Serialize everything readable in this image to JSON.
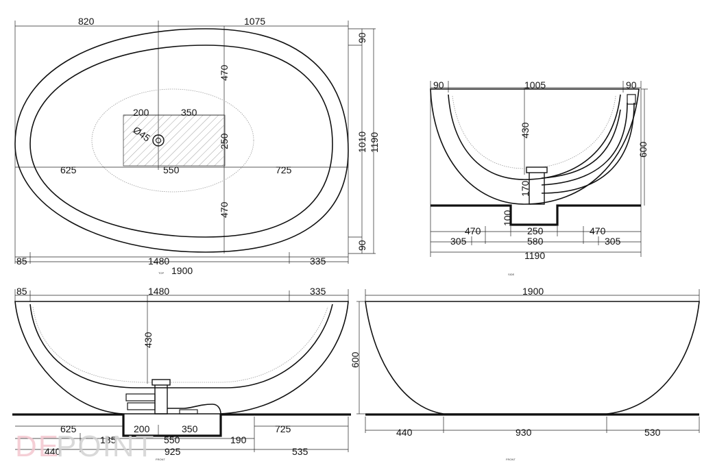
{
  "views": {
    "top": {
      "caption": "TOP",
      "dims": {
        "d820": "820",
        "d1075": "1075",
        "d90a": "90",
        "d90b": "90",
        "d1010": "1010",
        "d1190": "1190",
        "d470a": "470",
        "d470b": "470",
        "d200": "200",
        "d350": "350",
        "d250": "250",
        "d550": "550",
        "d625": "625",
        "d725": "725",
        "drain": "Ø45",
        "d85": "85",
        "d1480": "1480",
        "d335": "335",
        "d1900": "1900"
      }
    },
    "side": {
      "caption": "SIDE",
      "dims": {
        "d90a": "90",
        "d1005": "1005",
        "d90b": "90",
        "d430": "430",
        "d600": "600",
        "d170": "170",
        "d100": "100",
        "d470a": "470",
        "d250": "250",
        "d470b": "470",
        "d305a": "305",
        "d580": "580",
        "d305b": "305",
        "d1190": "1190"
      }
    },
    "front_left": {
      "caption": "FRONT",
      "dims": {
        "d85": "85",
        "d1480": "1480",
        "d335": "335",
        "d430": "430",
        "d625": "625",
        "d200": "200",
        "d350": "350",
        "d725": "725",
        "d185": "185",
        "d550": "550",
        "d190": "190",
        "d440": "440",
        "d925": "925",
        "d535": "535"
      }
    },
    "front_right": {
      "caption": "FRONT",
      "dims": {
        "d1900": "1900",
        "d600": "600",
        "d440": "440",
        "d930": "930",
        "d530": "530"
      }
    }
  },
  "logo": {
    "part1": "DE",
    "part2": "POINT"
  }
}
